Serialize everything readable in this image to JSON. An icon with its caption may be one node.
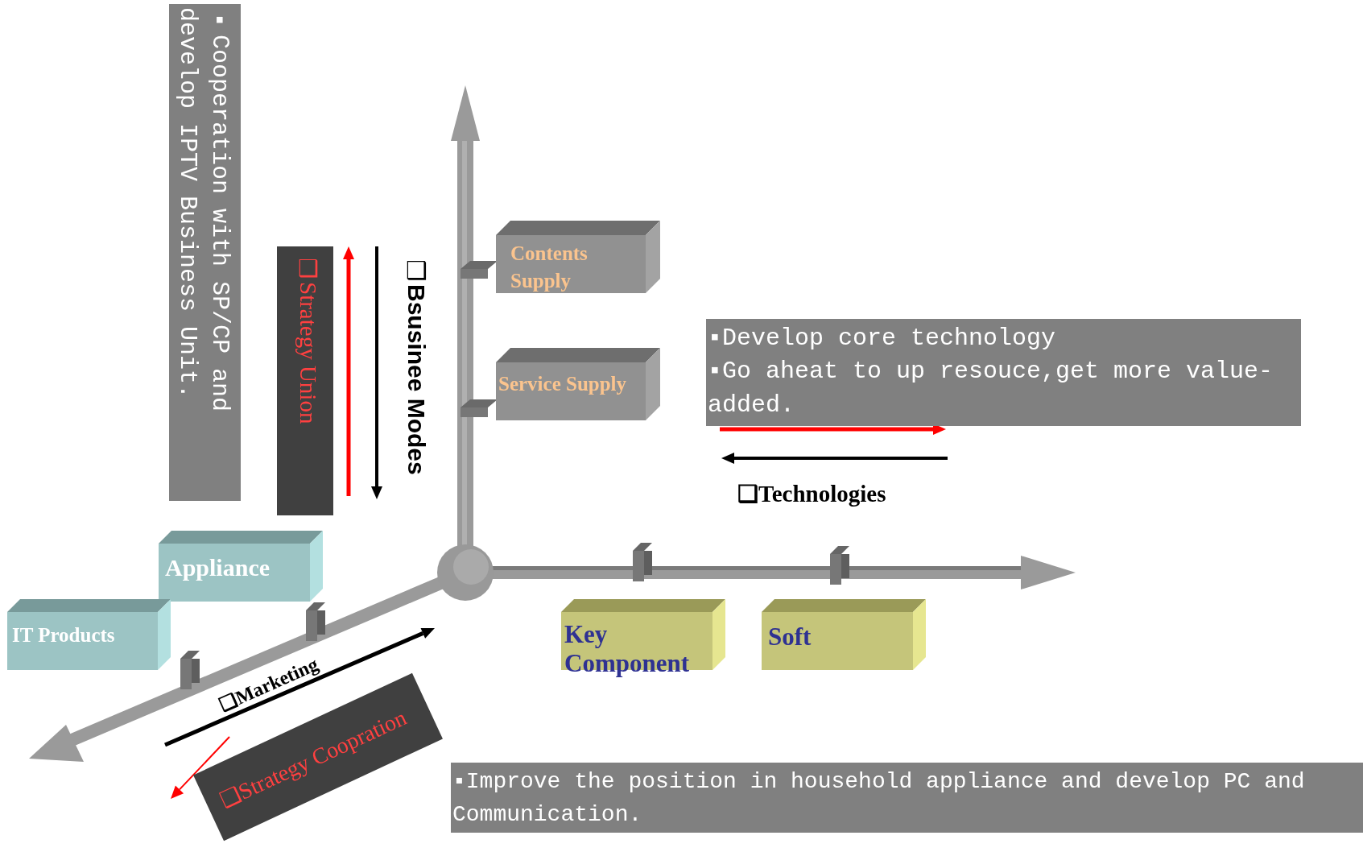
{
  "diagram": {
    "nodes": [
      {
        "text": [
          "▪Cooperation with SP/CP and develop IPTV Business Unit."
        ]
      },
      {
        "text": [
          "❑Strategy Union"
        ]
      },
      {
        "text": [
          "Contents Supply"
        ]
      },
      {
        "text": [
          "Service Supply"
        ]
      },
      {
        "text": [
          "▪Develop core technology",
          "▪Go aheat to up resouce,get more value-added."
        ]
      },
      {
        "text": [
          "Appliance"
        ]
      },
      {
        "text": [
          "IT Products"
        ]
      },
      {
        "text": [
          "Key Component"
        ]
      },
      {
        "text": [
          "Soft"
        ]
      },
      {
        "text": [
          "❑Strategy Coopration"
        ]
      },
      {
        "text": [
          "▪Improve the position in household appliance and develop PC and Communication."
        ]
      }
    ],
    "labels": [
      "❑Bsusinee Modes",
      "❑Technologies",
      "❑Marketing"
    ]
  }
}
